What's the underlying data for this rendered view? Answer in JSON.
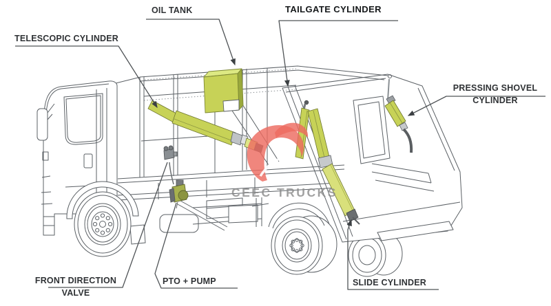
{
  "labels": {
    "oil_tank": "OIL TANK",
    "tailgate_cylinder": "TAILGATE CYLINDER",
    "telescopic_cylinder": "TELESCOPIC CYLINDER",
    "pressing_shovel_cylinder_line1": "PRESSING SHOVEL",
    "pressing_shovel_cylinder_line2": "CYLINDER",
    "front_direction_valve_line1": "FRONT DIRECTION",
    "front_direction_valve_line2": "VALVE",
    "pto_pump": "PTO + PUMP",
    "slide_cylinder": "SLIDE CYLINDER"
  },
  "watermark": {
    "brand": "CEEC TRUCKS",
    "logo_color": "#ed6b60",
    "text_color": "#8a8a8a"
  },
  "colors": {
    "component_green": "#c7d257",
    "component_green_light": "#dfe687",
    "component_green_dark": "#9aa93c",
    "line_art": "#5b6065",
    "leader_line": "#4f5356",
    "label_text": "#2f3235"
  }
}
